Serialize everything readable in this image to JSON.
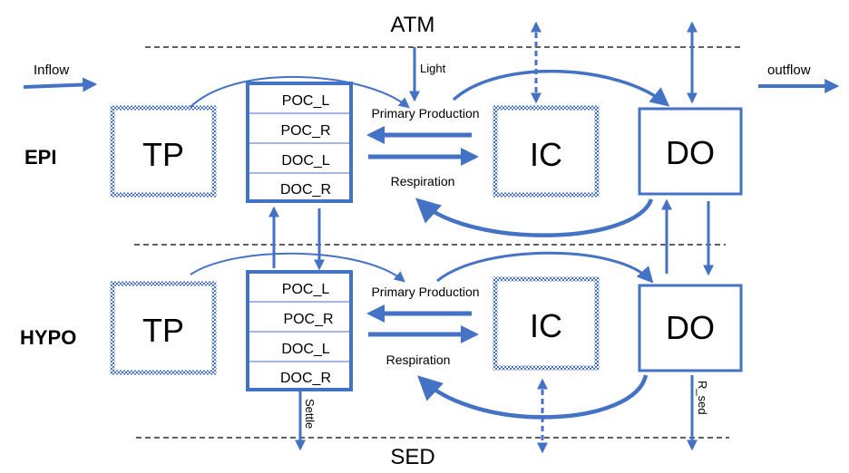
{
  "boundaries": {
    "top": "ATM",
    "bottom": "SED"
  },
  "layers": {
    "epi": "EPI",
    "hypo": "HYPO"
  },
  "flows": {
    "inflow": "Inflow",
    "outflow": "outflow",
    "light": "Light",
    "settle": "Settle",
    "r_sed": "R_sed"
  },
  "processes": {
    "primary_production": "Primary Production",
    "respiration": "Respiration"
  },
  "boxes": {
    "tp": "TP",
    "ic": "IC",
    "do": "DO",
    "organic_pools": [
      "POC_L",
      "POC_R",
      "DOC_L",
      "DOC_R"
    ]
  },
  "colors": {
    "arrow": "#4472c4",
    "box_border": "#4472c4",
    "dashed_line": "#000000",
    "text": "#000000"
  }
}
